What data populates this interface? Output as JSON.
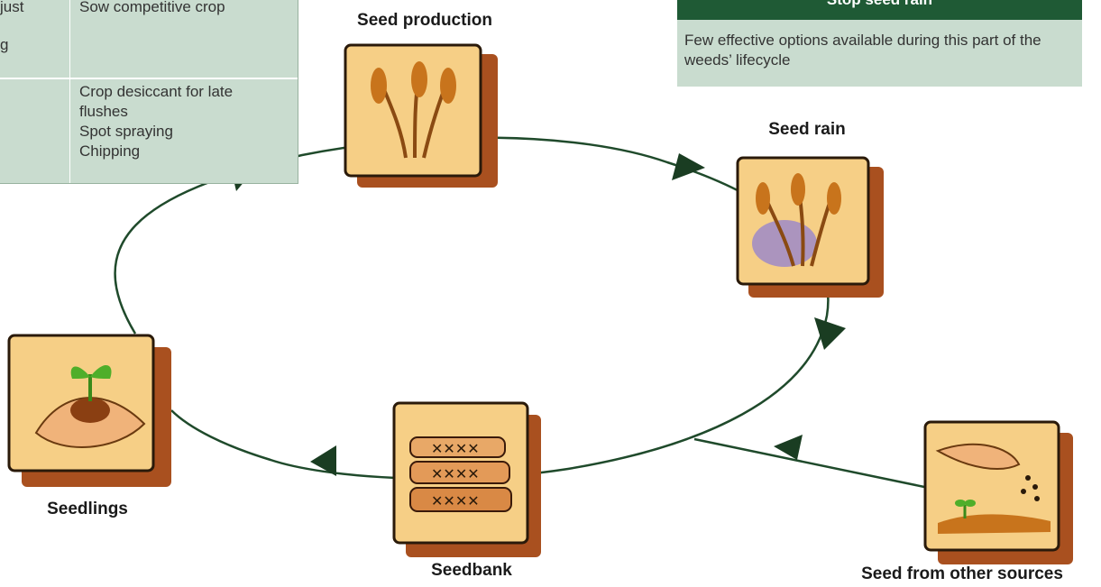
{
  "table": {
    "rows": [
      {
        "left": [
          "just",
          "",
          "g"
        ],
        "right": [
          "Sow competitive crop"
        ]
      },
      {
        "left": [],
        "right": [
          "Crop desiccant for late",
          "flushes",
          "Spot spraying",
          "Chipping"
        ]
      }
    ]
  },
  "info_box": {
    "title": "Stop seed rain",
    "body": "Few effective options available during this part of the weeds’ lifecycle"
  },
  "stages": {
    "seed_production": "Seed production",
    "seed_rain": "Seed rain",
    "seedlings": "Seedlings",
    "seedbank": "Seedbank",
    "other_sources": "Seed from other sources"
  },
  "colors": {
    "table_fill": "#c9dccf",
    "header_fill": "#1f5a35",
    "cycle_line": "#1f4a2b",
    "tile_fill": "#f6cf86",
    "tile_shadow": "#a9501f"
  }
}
